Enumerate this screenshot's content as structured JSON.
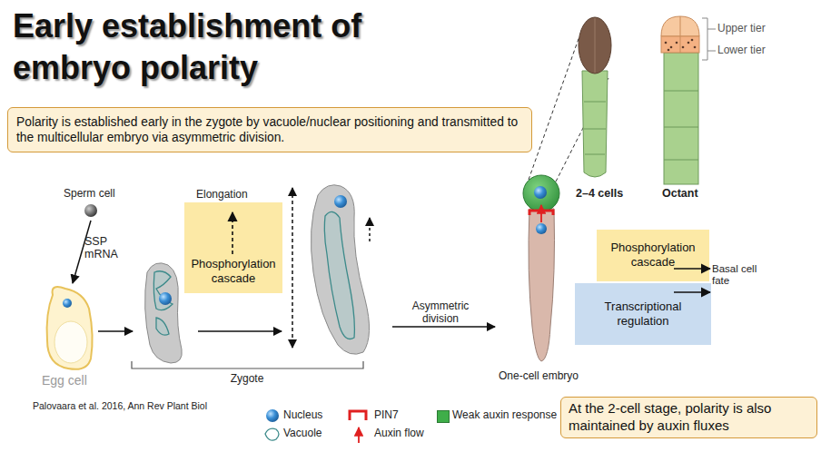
{
  "diagram": {
    "title": "Early establishment of embryo polarity",
    "nodes": [
      {
        "text": [
          "Polarity is established early in the zygote by vacuole/nuclear positioning and transmitted to the multicellular embryo via asymmetric division."
        ]
      },
      {
        "text": [
          "Phosphorylation cascade"
        ]
      },
      {
        "text": [
          "Phosphorylation cascade"
        ]
      },
      {
        "text": [
          "Transcriptional regulation"
        ]
      },
      {
        "text": [
          "At the 2-cell stage, polarity is also maintained by auxin fluxes"
        ]
      }
    ],
    "labels": [
      "Sperm cell",
      "SSP mRNA",
      "Egg cell",
      "Elongation",
      "Zygote",
      "Asymmetric division",
      "One-cell embryo",
      "2–4 cells",
      "Octant",
      "Upper tier",
      "Lower tier",
      "Basal cell fate",
      "Palovaara et al. 2016, Ann Rev Plant Biol"
    ],
    "legend": [
      {
        "text": "Nucleus"
      },
      {
        "text": "Vacuole"
      },
      {
        "text": "PIN7"
      },
      {
        "text": "Auxin flow"
      },
      {
        "text": "Weak auxin response",
        "color": "#3fae49"
      }
    ]
  }
}
